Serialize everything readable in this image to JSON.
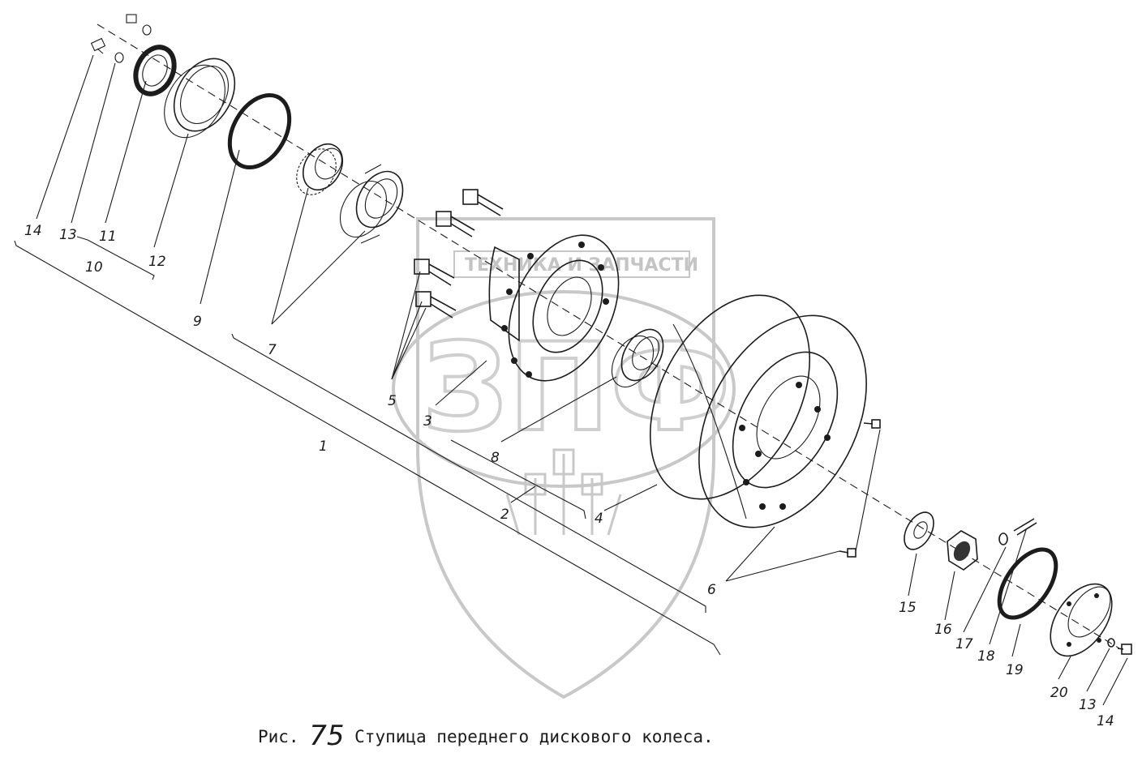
{
  "watermark": {
    "banner": "ТЕХНИКА И ЗАПЧАСТИ",
    "letters": "ЗПФ"
  },
  "caption": {
    "prefix": "Рис.",
    "number": "75",
    "title": "Ступица переднего дискового колеса."
  },
  "labels": {
    "l1": "1",
    "l2": "2",
    "l3": "3",
    "l4": "4",
    "l5": "5",
    "l6": "6",
    "l7": "7",
    "l8": "8",
    "l9": "9",
    "l10": "10",
    "l11": "11",
    "l12": "12",
    "l13a": "13",
    "l14a": "14",
    "l13b": "13",
    "l14b": "14",
    "l15": "15",
    "l16": "16",
    "l17": "17",
    "l18": "18",
    "l19": "19",
    "l20": "20"
  }
}
